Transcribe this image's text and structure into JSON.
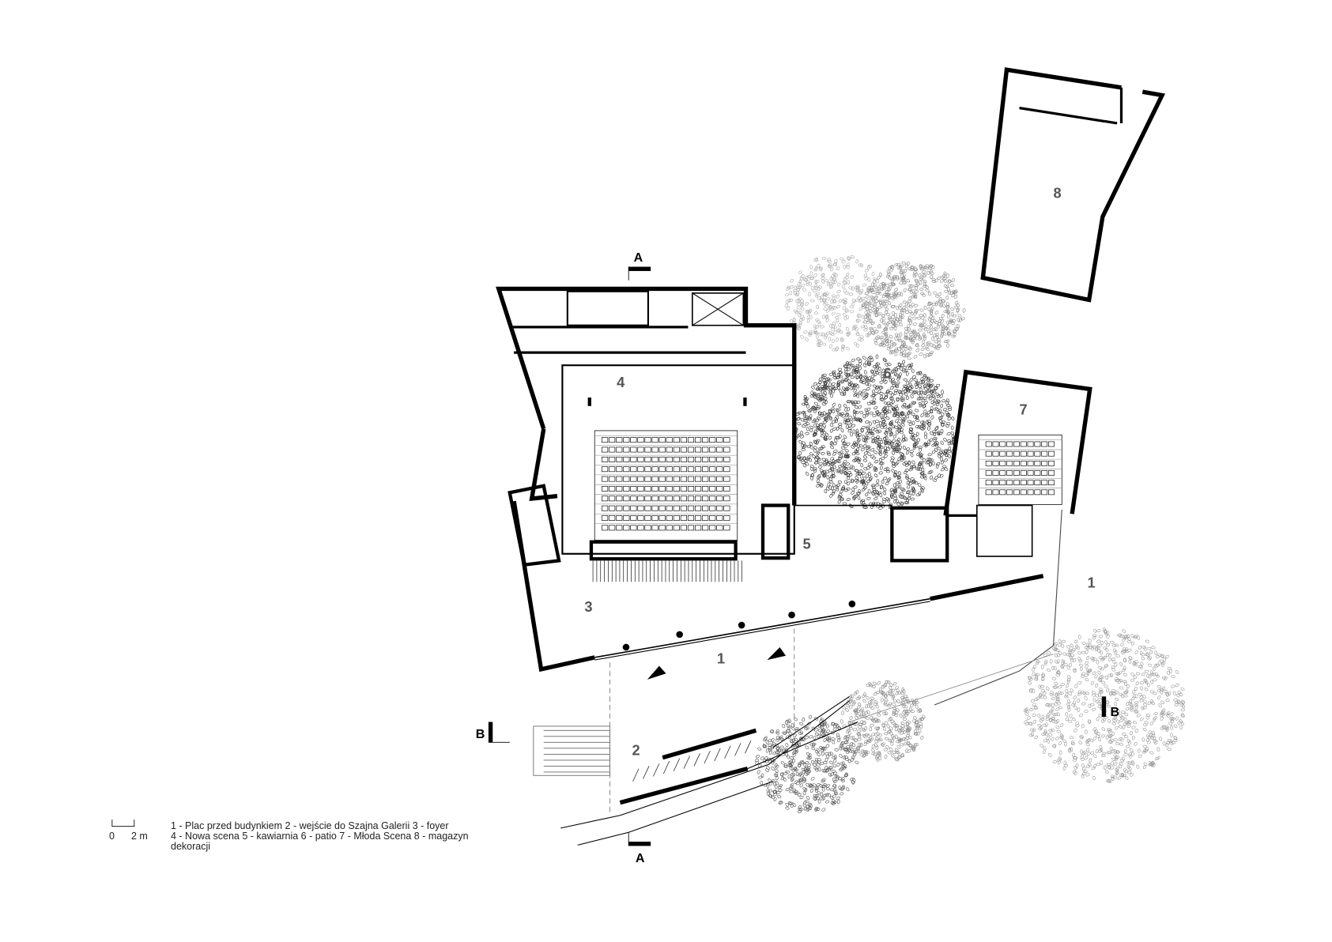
{
  "room_labels": {
    "r1a": "1",
    "r1b": "1",
    "r2": "2",
    "r3": "3",
    "r4": "4",
    "r5": "5",
    "r6": "6",
    "r7": "7",
    "r8": "8"
  },
  "section_marks": {
    "a_top": "A",
    "a_bottom": "A",
    "b_left": "B",
    "b_right": "B"
  },
  "scale_bar": {
    "zero": "0",
    "length": "2 m"
  },
  "legend": {
    "line1": "1 - Plac przed budynkiem 2 - wejście do Szajna Galerii 3 - foyer",
    "line2": "4 - Nowa scena 5 - kawiarnia 6 - patio 7 - Młoda Scena 8 - magazyn",
    "line3": "dekoracji"
  },
  "seating": {
    "nowa_scena_rows": 10,
    "nowa_scena_seats_per_row": 18,
    "mloda_scena_rows": 6,
    "mloda_scena_seats_per_row": 10
  }
}
